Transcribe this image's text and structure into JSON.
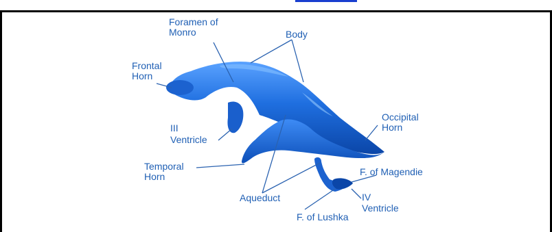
{
  "figure": {
    "labels": {
      "foramen_of_monro": [
        "Foramen of",
        "Monro"
      ],
      "body": "Body",
      "frontal_horn": [
        "Frontal",
        "Horn"
      ],
      "occipital_horn": [
        "Occipital",
        "Horn"
      ],
      "third_ventricle": [
        "III",
        "Ventricle"
      ],
      "temporal_horn": [
        "Temporal",
        "Horn"
      ],
      "foramen_of_magendie": "F. of Magendie",
      "fourth_ventricle": [
        "IV",
        "Ventricle"
      ],
      "aqueduct": "Aqueduct",
      "foramen_of_lushka": "F. of Lushka"
    },
    "colors": {
      "ventricle_fill": "#1f6fe0",
      "ventricle_shade": "#0b46a8",
      "ventricle_highlight": "#6fb0ff",
      "label_text": "#1f5fb4",
      "border": "#000000",
      "link_bar": "#1a3fcf"
    }
  }
}
